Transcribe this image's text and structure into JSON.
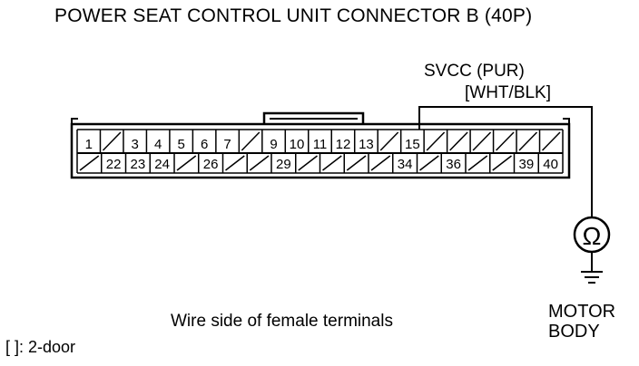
{
  "title": "POWER SEAT CONTROL UNIT CONNECTOR B (40P)",
  "wire_label": "SVCC (PUR)",
  "wire_label_alt": "[WHT/BLK]",
  "caption": "Wire side of female terminals",
  "legend": "[ ]: 2-door",
  "ground_label_line1": "MOTOR",
  "ground_label_line2": "BODY",
  "meter_symbol": "Ω",
  "connector": {
    "top_row": [
      "1",
      "",
      "3",
      "4",
      "5",
      "6",
      "7",
      "",
      "9",
      "10",
      "11",
      "12",
      "13",
      "",
      "15",
      "",
      "",
      "",
      "",
      "",
      ""
    ],
    "bottom_row": [
      "",
      "22",
      "23",
      "24",
      "",
      "26",
      "",
      "",
      "29",
      "",
      "",
      "",
      "",
      "34",
      "",
      "36",
      "",
      "",
      "39",
      "40"
    ]
  }
}
